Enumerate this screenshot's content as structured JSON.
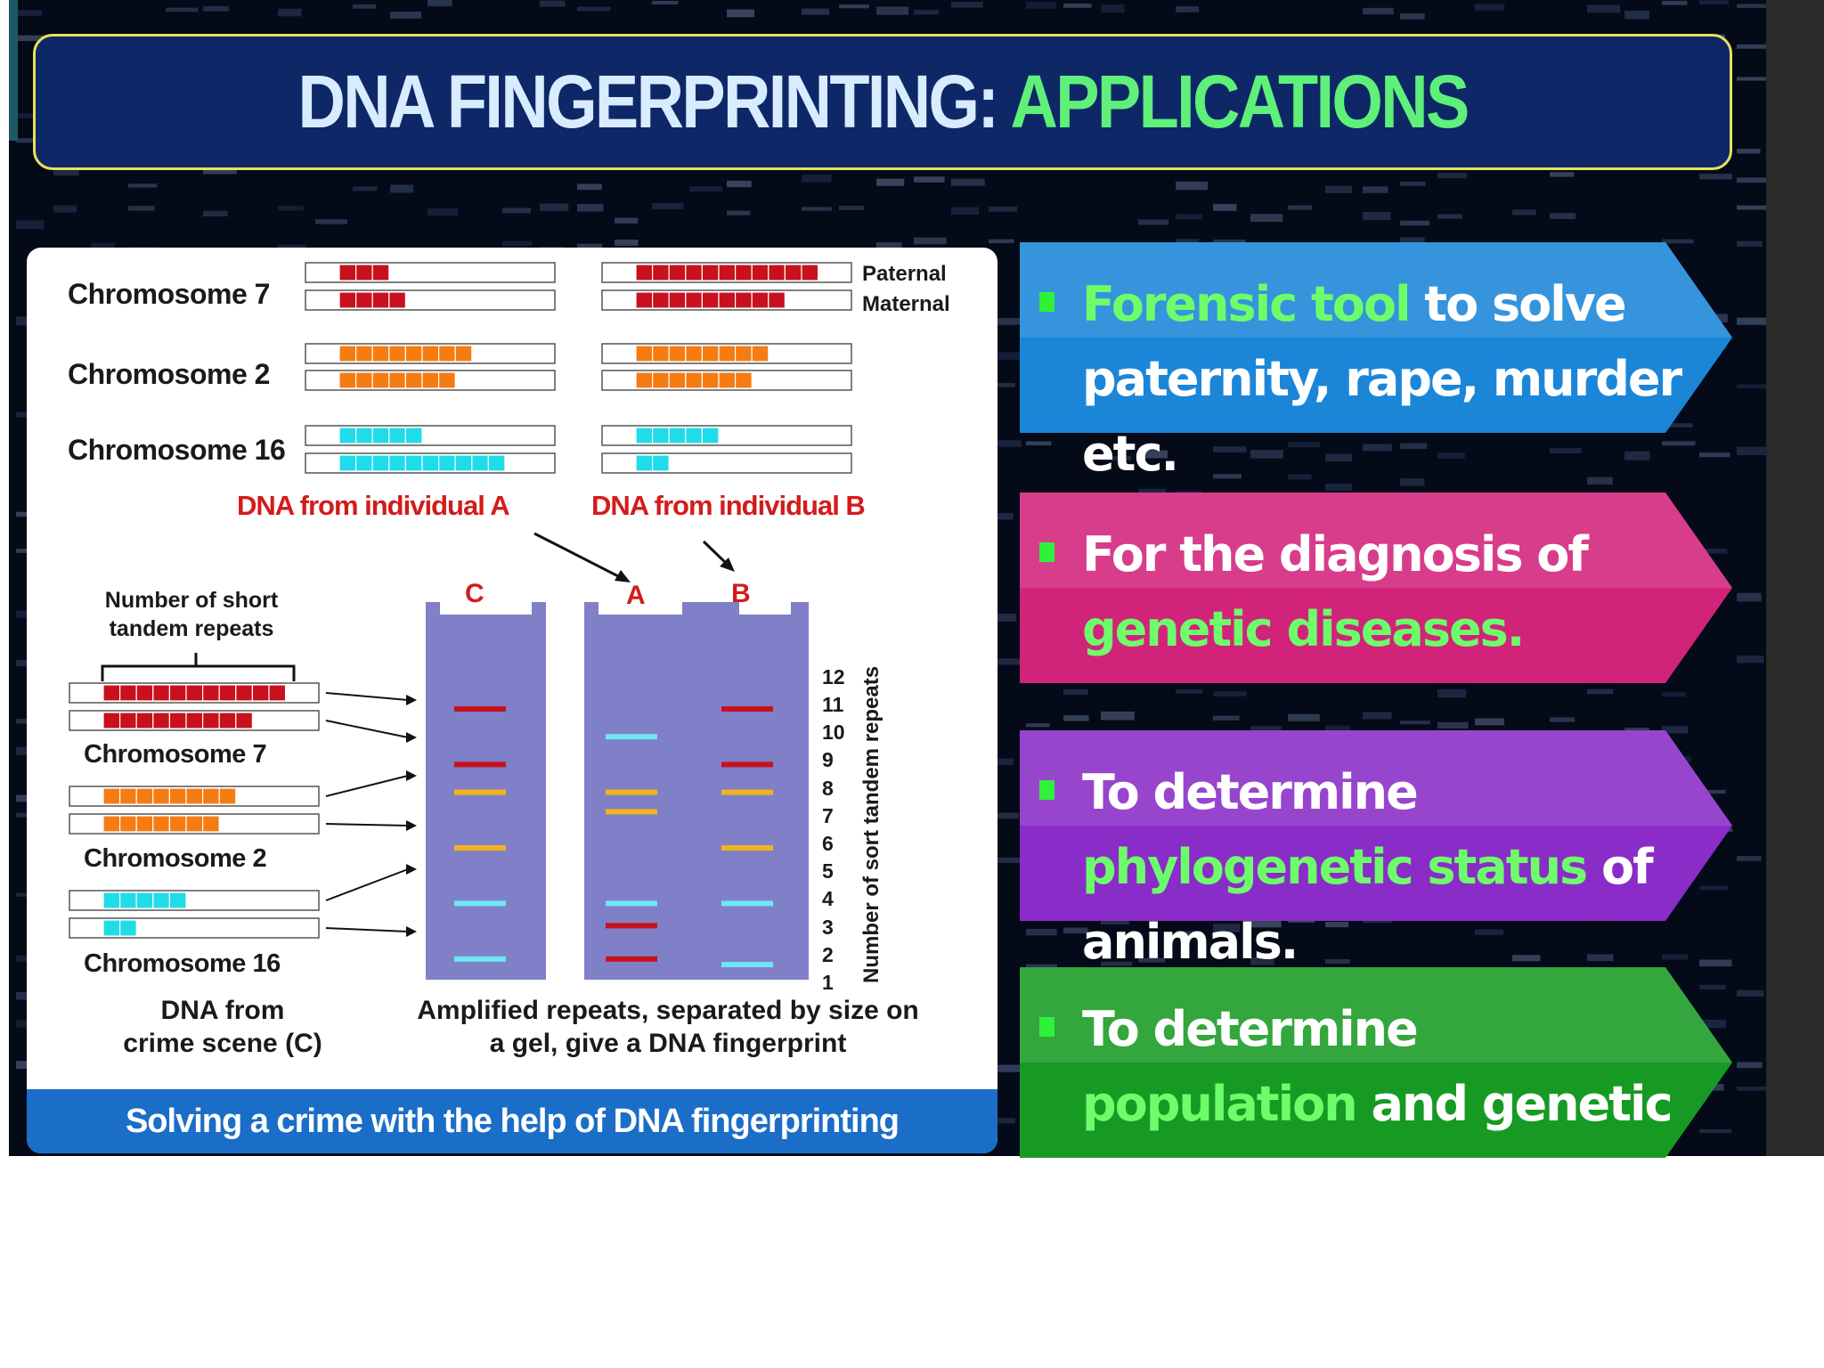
{
  "title": {
    "main": "DNA FINGERPRINTING: ",
    "accent": "APPLICATIONS"
  },
  "diagram": {
    "chromosome_rows": [
      {
        "label": "Chromosome 7",
        "color": "#c9101d",
        "a": [
          3,
          4
        ],
        "b": [
          11,
          9
        ]
      },
      {
        "label": "Chromosome 2",
        "color": "#f47c12",
        "a": [
          8,
          7
        ],
        "b": [
          8,
          7
        ]
      },
      {
        "label": "Chromosome 16",
        "color": "#1fdde8",
        "a": [
          5,
          10
        ],
        "b": [
          5,
          2
        ]
      }
    ],
    "legend": {
      "paternal": "Paternal",
      "maternal": "Maternal"
    },
    "individual_a_label": "DNA from individual A",
    "individual_b_label": "DNA from individual B",
    "str_label_line1": "Number of short",
    "str_label_line2": "tandem repeats",
    "crime_scene": [
      {
        "label": "Chromosome 7",
        "color": "#c9101d",
        "repeats": [
          11,
          9
        ]
      },
      {
        "label": "Chromosome 2",
        "color": "#f47c12",
        "repeats": [
          8,
          7
        ]
      },
      {
        "label": "Chromosome 16",
        "color": "#1fdde8",
        "repeats": [
          5,
          2
        ]
      }
    ],
    "crime_scene_label_line1": "DNA from",
    "crime_scene_label_line2": "crime scene (C)",
    "lanes": {
      "c": {
        "letter": "C",
        "bands": [
          11,
          9,
          8,
          6,
          4,
          2
        ]
      },
      "a": {
        "letter": "A",
        "bands": [
          10,
          8,
          7.3,
          4,
          3.2,
          2
        ]
      },
      "b": {
        "letter": "B",
        "bands": [
          11,
          9,
          8,
          6,
          4,
          1.8
        ]
      }
    },
    "band_colors": {
      "chromosome_7": "#c9101d",
      "chromosome_2": "#f2b41d",
      "chromosome_16": "#6ee6f3"
    },
    "scale_numbers": [
      "12",
      "11",
      "10",
      "9",
      "8",
      "7",
      "6",
      "5",
      "4",
      "3",
      "2",
      "1"
    ],
    "axis_label": "Number of sort tandem repeats",
    "gel_caption_line1": "Amplified repeats, separated by size on",
    "gel_caption_line2": "a gel, give a DNA fingerprint",
    "caption": "Solving a crime with the help of DNA fingerprinting"
  },
  "applications": [
    {
      "color": "#1b86d8",
      "parts": [
        {
          "t": "Forensic tool",
          "hl": true
        },
        {
          "t": " to solve paternity, rape, murder etc.",
          "hl": false
        }
      ]
    },
    {
      "color": "#d2237a",
      "parts": [
        {
          "t": "For the diagnosis of ",
          "hl": false
        },
        {
          "t": "genetic diseases.",
          "hl": true
        }
      ]
    },
    {
      "color": "#8a2cc8",
      "parts": [
        {
          "t": "To determine ",
          "hl": false
        },
        {
          "t": "phylogenetic status",
          "hl": true
        },
        {
          "t": " of animals.",
          "hl": false
        }
      ]
    },
    {
      "color": "#179a24",
      "parts": [
        {
          "t": "To determine ",
          "hl": false
        },
        {
          "t": "population",
          "hl": true
        },
        {
          "t": " and genetic diversities.",
          "hl": false
        }
      ]
    }
  ]
}
